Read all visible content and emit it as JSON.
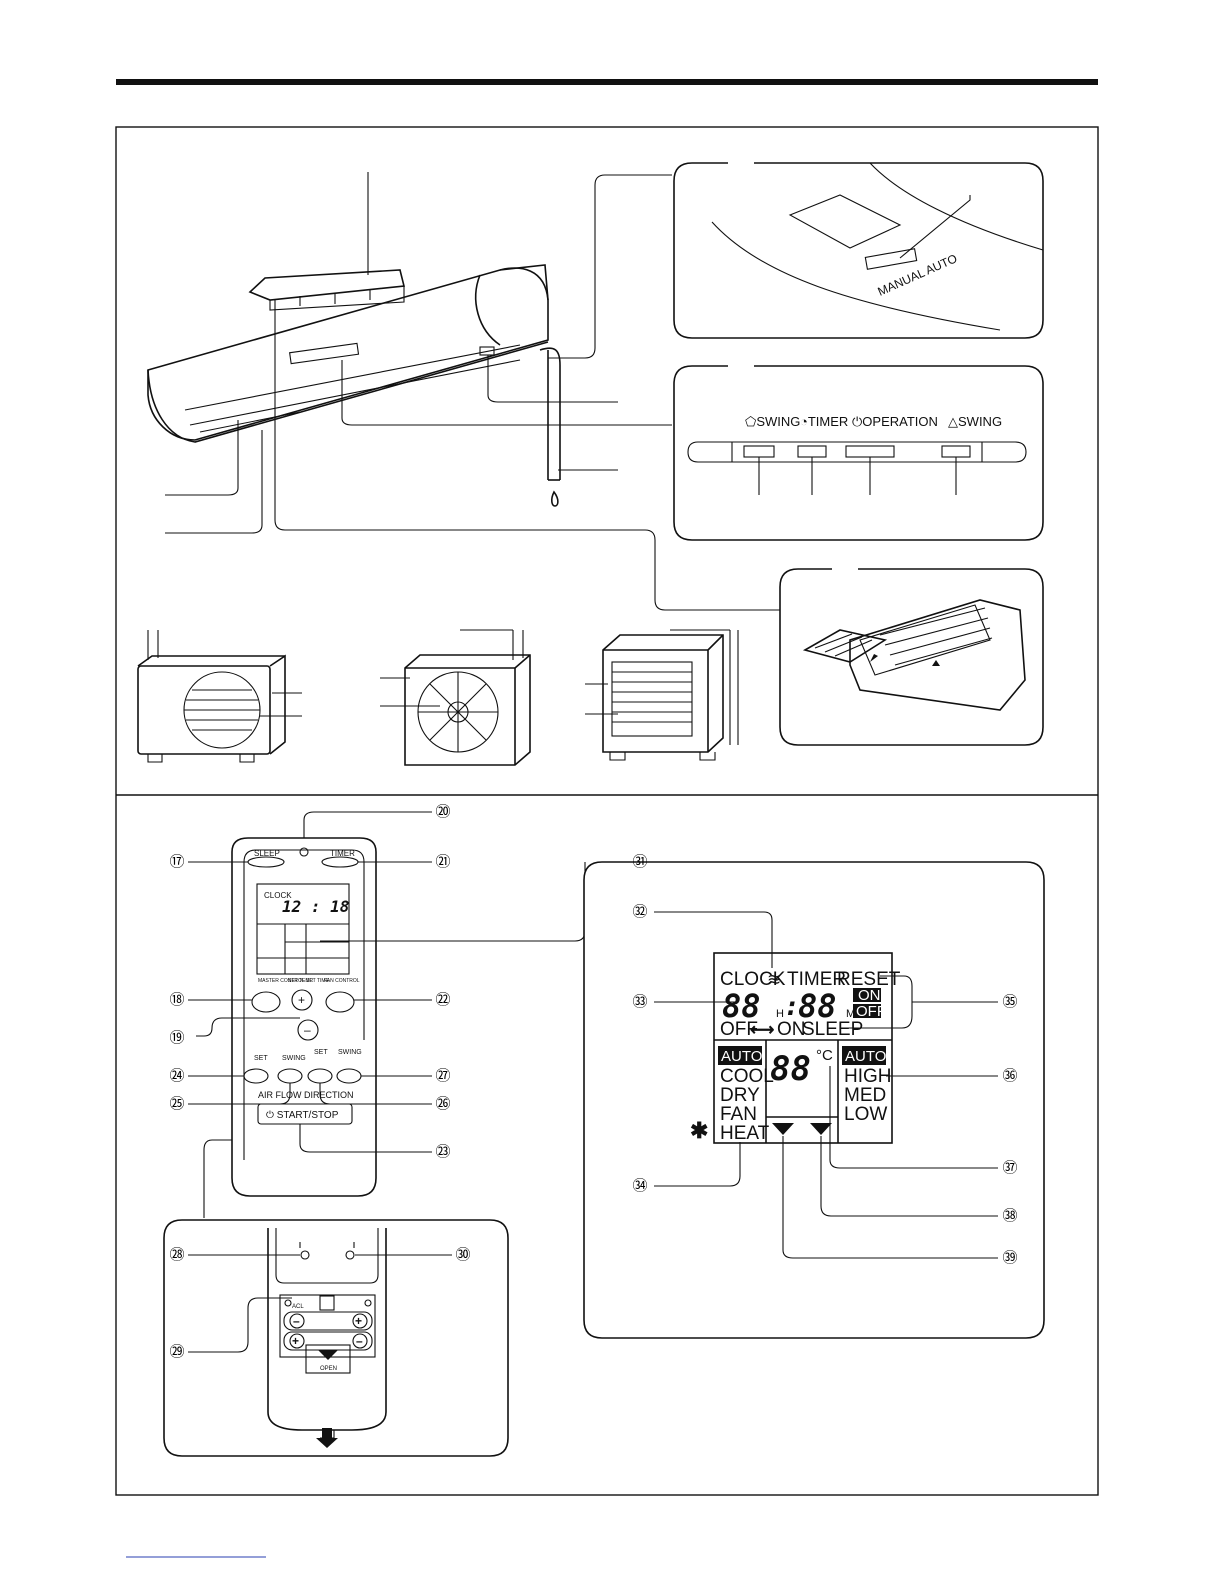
{
  "indoor_labels": {
    "manual_auto": "MANUAL AUTO",
    "swing_left": "SWING",
    "timer": "TIMER",
    "operation": "OPERATION",
    "swing_right": "SWING"
  },
  "remote": {
    "sleep": "SLEEP",
    "timer": "TIMER",
    "clock_label": "CLOCK",
    "clock_time": "12 : 18",
    "master_control": "MASTER CONTROL",
    "set_temp": "SET TEMP.",
    "set_time": "SET TIME",
    "fan_control": "FAN CONTROL",
    "plus": "+",
    "minus": "–",
    "set": "SET",
    "swing": "SWING",
    "set2": "SET",
    "swing2": "SWING",
    "air_flow_direction": "AIR FLOW DIRECTION",
    "start_stop": "START/STOP"
  },
  "battery": {
    "acl": "ACL",
    "open": "OPEN"
  },
  "lcd": {
    "clock": "CLOCK",
    "timer": "TIMER",
    "reset": "RESET",
    "time_digits": "88",
    "time_digits2": "88",
    "h": "H",
    "m": "M",
    "on": "ON",
    "off": "OFF",
    "off_on": "OFF",
    "on_word": "ON",
    "sleep": "SLEEP",
    "mode_auto": "AUTO",
    "cool": "COOL",
    "dry": "DRY",
    "fan": "FAN",
    "heat": "HEAT",
    "temp_digits": "88",
    "celsius": "°C",
    "fan_auto": "AUTO",
    "high": "HIGH",
    "med": "MED",
    "low": "LOW",
    "asterisk": "✱"
  },
  "callouts": [
    "⑰",
    "⑱",
    "⑲",
    "⑳",
    "㉑",
    "㉒",
    "㉓",
    "㉔",
    "㉕",
    "㉖",
    "㉗",
    "㉘",
    "㉙",
    "㉚",
    "㉛",
    "㉜",
    "㉝",
    "㉞",
    "㉟",
    "㊱",
    "㊲",
    "㊳",
    "㊴"
  ]
}
